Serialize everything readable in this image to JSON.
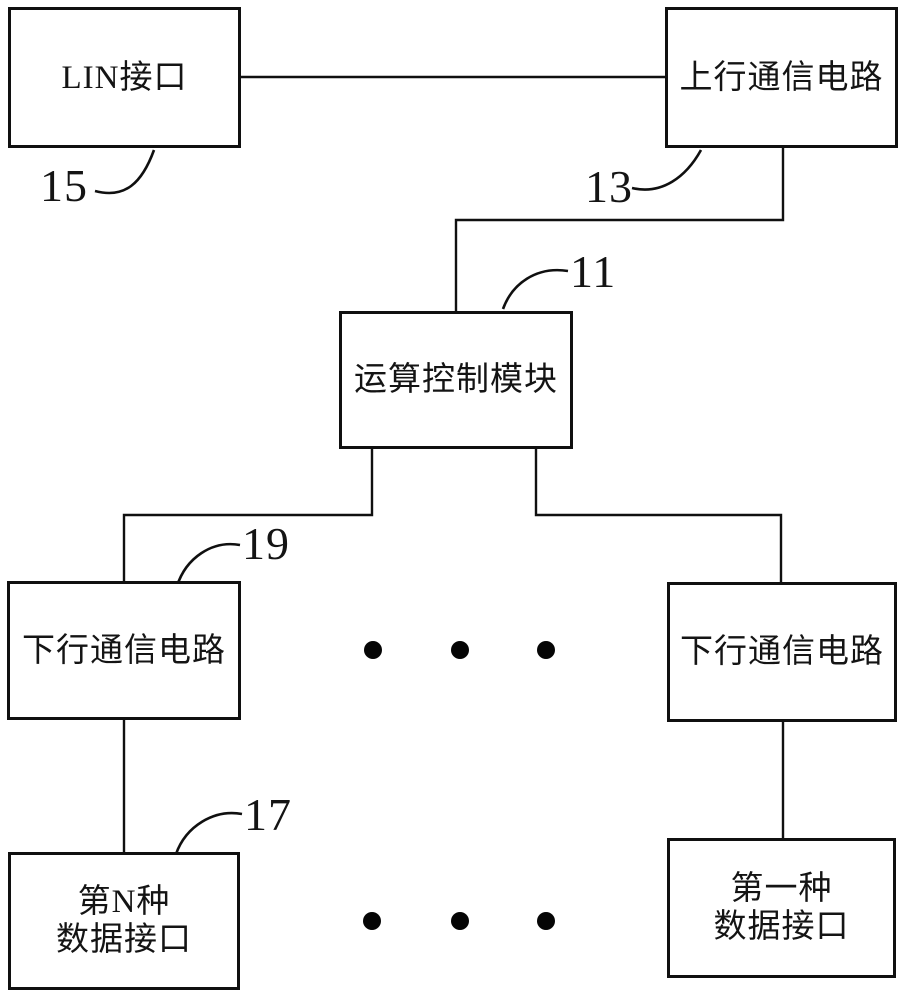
{
  "diagram_type": "patent-block-diagram",
  "colors": {
    "background": "#ffffff",
    "line": "#101010",
    "text": "#141414"
  },
  "boxes": {
    "lin": {
      "label": "LIN接口",
      "ref": "15"
    },
    "uplink": {
      "label": "上行通信电路",
      "ref": "13"
    },
    "control": {
      "label": "运算控制模块",
      "ref": "11"
    },
    "downlink_left": {
      "label": "下行通信电路",
      "ref": "19"
    },
    "downlink_right": {
      "label": "下行通信电路"
    },
    "data_if_n": {
      "line1": "第N种",
      "line2": "数据接口",
      "ref": "17"
    },
    "data_if_1": {
      "line1": "第一种",
      "line2": "数据接口"
    }
  },
  "connections": [
    "lin — uplink",
    "uplink — control",
    "control — downlink_left",
    "control — downlink_right",
    "downlink_left — data_if_n",
    "downlink_right — data_if_1"
  ],
  "ellipsis_rows": 2
}
